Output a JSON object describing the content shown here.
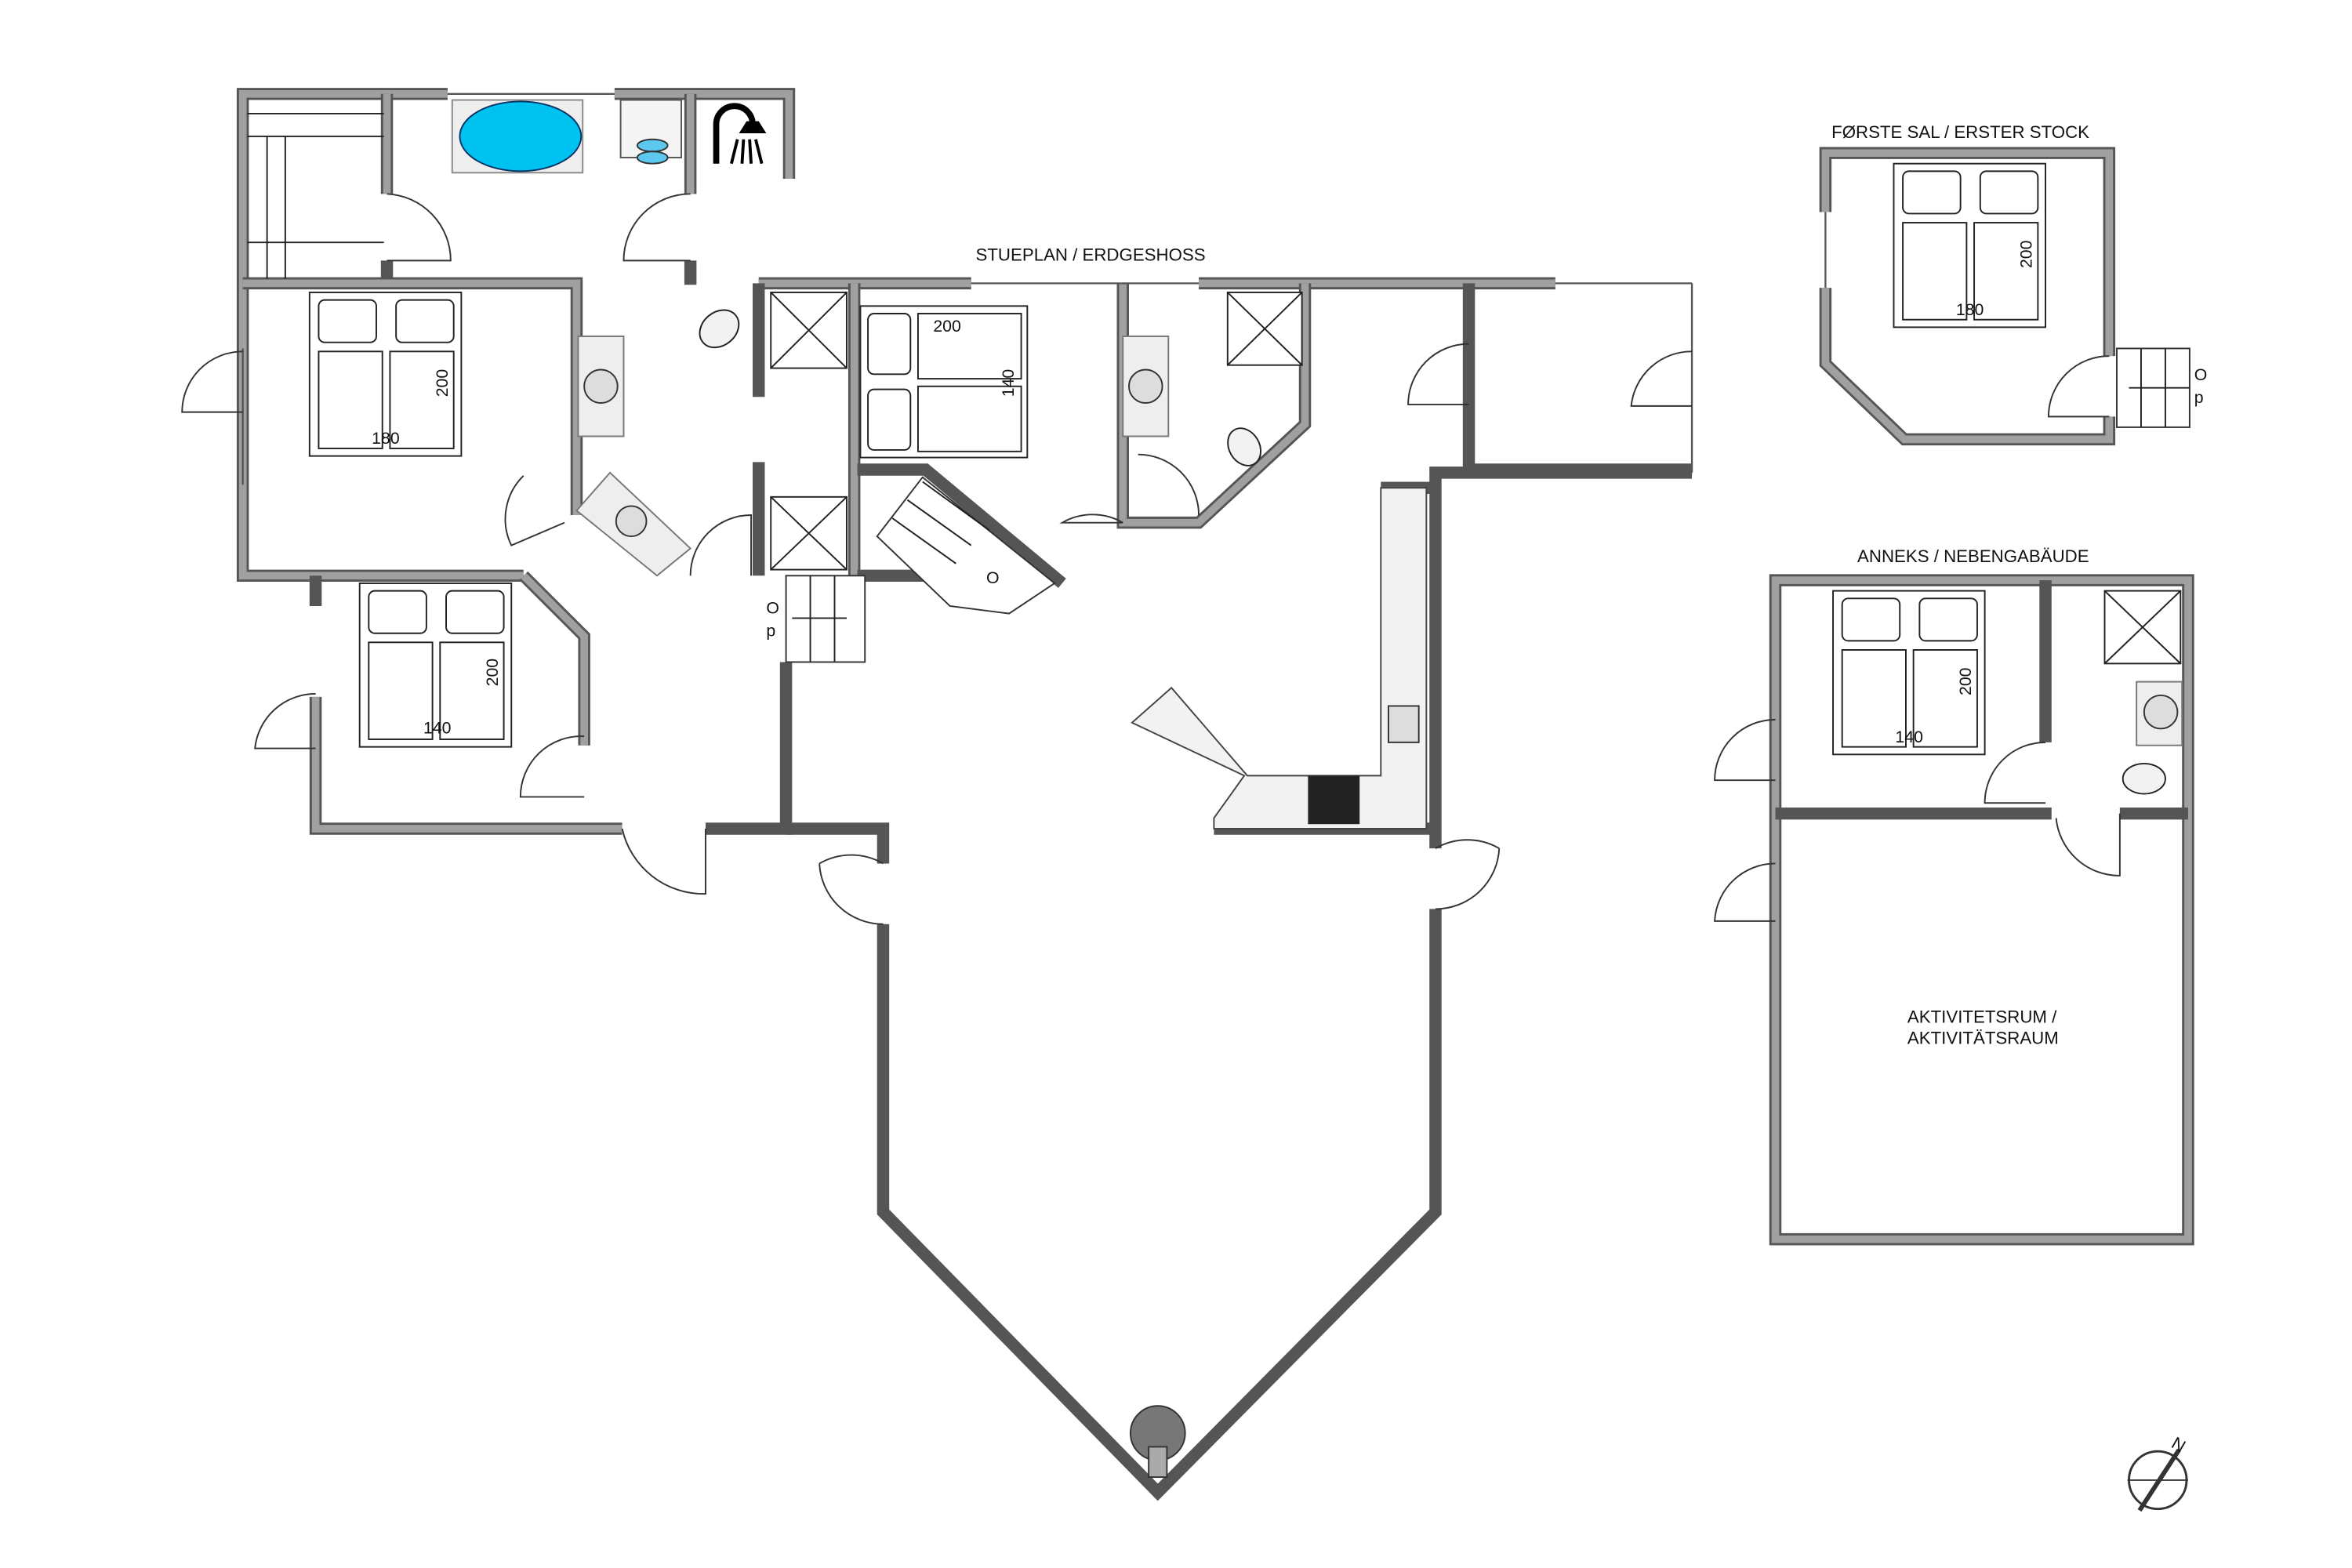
{
  "titles": {
    "ground_floor": "STUEPLAN / ERDGESHOSS",
    "first_floor": "FØRSTE SAL / ERSTER STOCK",
    "annex": "ANNEKS / NEBENGABÄUDE"
  },
  "rooms": {
    "activity_room_line1": "AKTIVITETSRUM /",
    "activity_room_line2": "AKTIVITÄTSRAUM"
  },
  "beds": [
    {
      "width": "180",
      "length": "200"
    },
    {
      "width": "140",
      "length": "200"
    },
    {
      "width": "140",
      "length": "200"
    },
    {
      "width": "180",
      "length": "200"
    },
    {
      "width": "140",
      "length": "200"
    }
  ],
  "stairs": {
    "up_label_top": "O",
    "up_label_bottom": "p"
  },
  "compass": {
    "north": "N"
  },
  "colors": {
    "hot_tub": "#00c2f0",
    "wall": "#a0a0a0"
  }
}
